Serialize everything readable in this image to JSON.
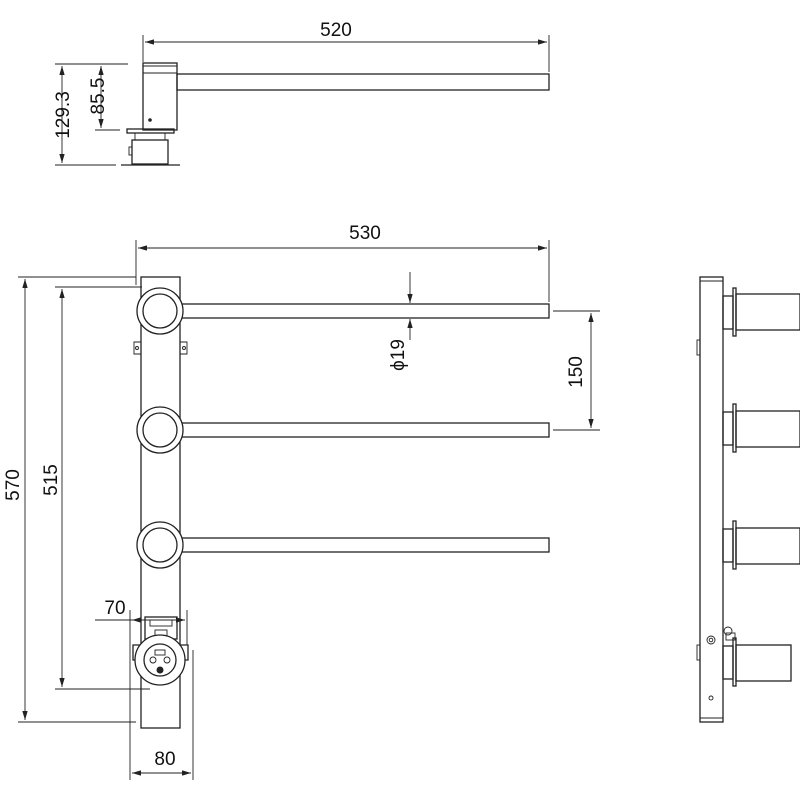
{
  "dimensions": {
    "top_length": "520",
    "top_height_total": "129.3",
    "top_height_bar": "85.5",
    "front_length": "530",
    "tube_diameter": "ϕ19",
    "bar_spacing": "150",
    "total_height": "570",
    "bar_span": "515",
    "connector_width": "70",
    "column_width": "80"
  }
}
